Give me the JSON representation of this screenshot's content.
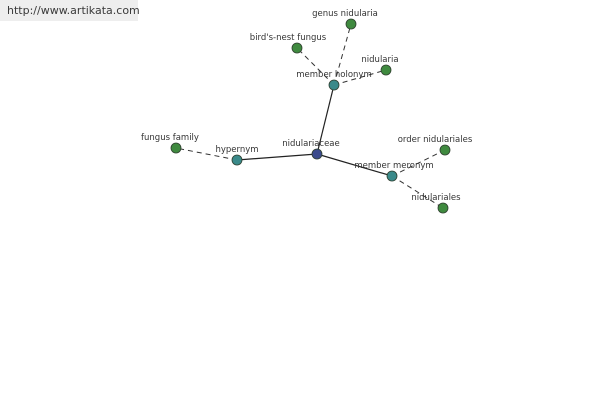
{
  "watermark": "http://www.artikata.com",
  "colors": {
    "center_node": "#3b4a8c",
    "relation_node": "#3a8a8a",
    "leaf_node": "#3f8a3f",
    "node_stroke": "#2f3f2f",
    "solid_edge": "#222222",
    "dashed_edge": "#333333"
  },
  "nodes": [
    {
      "id": "center",
      "label": "nidulariaceae",
      "kind": "center"
    },
    {
      "id": "hypernym",
      "label": "hypernym",
      "kind": "relation"
    },
    {
      "id": "member_holonym",
      "label": "member holonym",
      "kind": "relation"
    },
    {
      "id": "member_meronym",
      "label": "member meronym",
      "kind": "relation"
    },
    {
      "id": "fungus_family",
      "label": "fungus family",
      "kind": "leaf"
    },
    {
      "id": "genus_nidularia",
      "label": "genus nidularia",
      "kind": "leaf"
    },
    {
      "id": "birds_nest_fungus",
      "label": "bird's-nest fungus",
      "kind": "leaf"
    },
    {
      "id": "nidularia",
      "label": "nidularia",
      "kind": "leaf"
    },
    {
      "id": "order_nidulariales",
      "label": "order nidulariales",
      "kind": "leaf"
    },
    {
      "id": "nidulariales",
      "label": "nidulariales",
      "kind": "leaf"
    }
  ],
  "edges": [
    {
      "from": "center",
      "to": "hypernym",
      "style": "solid"
    },
    {
      "from": "center",
      "to": "member_holonym",
      "style": "solid"
    },
    {
      "from": "center",
      "to": "member_meronym",
      "style": "solid"
    },
    {
      "from": "hypernym",
      "to": "fungus_family",
      "style": "dashed"
    },
    {
      "from": "member_holonym",
      "to": "genus_nidularia",
      "style": "dashed"
    },
    {
      "from": "member_holonym",
      "to": "birds_nest_fungus",
      "style": "dashed"
    },
    {
      "from": "member_holonym",
      "to": "nidularia",
      "style": "dashed"
    },
    {
      "from": "member_meronym",
      "to": "order_nidulariales",
      "style": "dashed"
    },
    {
      "from": "member_meronym",
      "to": "nidulariales",
      "style": "dashed"
    }
  ]
}
